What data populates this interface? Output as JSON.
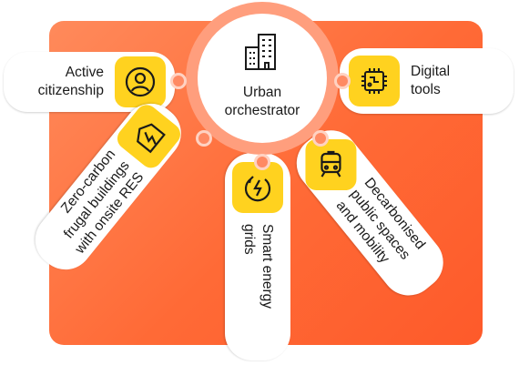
{
  "hub": {
    "label": "Urban\norchestrator",
    "icon": "buildings-icon"
  },
  "nodes": {
    "active": {
      "label": "Active\ncitizenship",
      "icon": "person-icon"
    },
    "digital": {
      "label": "Digital\ntools",
      "icon": "chip-icon"
    },
    "zero": {
      "label": "Zero-carbon\nfrugal buildings\nwith onsite RES",
      "icon": "building-energy-icon"
    },
    "smart": {
      "label": "Smart energy\ngrids",
      "icon": "energy-grid-icon"
    },
    "decarb": {
      "label": "Decarbonised\npublic spaces\nand mobility",
      "icon": "tram-icon"
    }
  },
  "colors": {
    "accent": "#ff6a36",
    "icon_bg": "#ffd21f",
    "ring": "#ff9e7d"
  }
}
